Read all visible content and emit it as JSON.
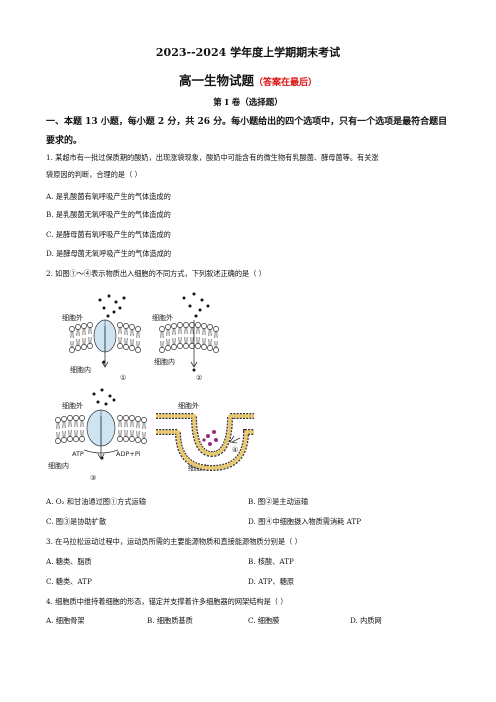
{
  "header": {
    "title": "2023--2024 学年度上学期期末考试",
    "subtitle": "高一生物试题",
    "subtitle_note": "（答案在最后）",
    "part": "第 I 卷（选择题）"
  },
  "section": {
    "instruction": "一、本题 13 小题，每小题 2 分，共 26 分。每小题给出的四个选项中，只有一个选项是最符合题目要求的。"
  },
  "q1": {
    "stem_line1": "1. 某超市有一批过保质期的酸奶，出现涨袋现象，酸奶中可能含有的微生物有乳酸菌、酵母菌等。有关涨",
    "stem_line2": "袋原因的判断，合理的是（        ）",
    "options": [
      "A. 是乳酸菌有氧呼吸产生的气体造成的",
      "B. 是乳酸菌无氧呼吸产生的气体造成的",
      "C. 是酵母菌有氧呼吸产生的气体造成的",
      "D. 是酵母菌无氧呼吸产生的气体造成的"
    ]
  },
  "q2": {
    "stem": "2. 如图①～④表示物质出入细胞的不同方式，下列叙述正确的是（        ）",
    "figure_labels": {
      "outside": "细胞外",
      "inside": "细胞内",
      "n1": "①",
      "n2": "②",
      "n3": "③",
      "n4": "④",
      "atp": "ATP",
      "adp": "ADP+Pi"
    },
    "optA": "A. O₂ 和甘油通过图①方式运输",
    "optB": "B. 图②是主动运输",
    "optC": "C. 图③是协助扩散",
    "optD": "D. 图④中细胞摄入物质需消耗 ATP"
  },
  "q3": {
    "stem": "3. 在马拉松运动过程中，运动员所需的主要能源物质和直接能源物质分别是（        ）",
    "optA": "A. 糖类、脂质",
    "optB": "B. 核酸、ATP",
    "optC": "C. 糖类、ATP",
    "optD": "D. ATP、糖原"
  },
  "q4": {
    "stem": "4. 细胞质中维持着细胞的形态，锚定并支撑着许多细胞器的网架结构是（        ）",
    "options": [
      "A. 细胞骨架",
      "B. 细胞质基质",
      "C. 细胞膜",
      "D. 内质网"
    ]
  }
}
